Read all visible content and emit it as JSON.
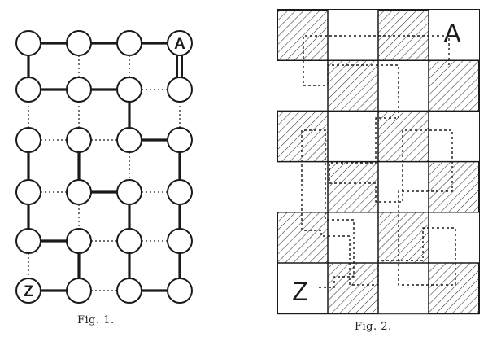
{
  "figure1": {
    "caption": "Fig. 1.",
    "node_labels": {
      "start": "A",
      "end": "Z"
    },
    "rows": 6,
    "cols": 4
  },
  "figure2": {
    "caption": "Fig. 2.",
    "corner_labels": {
      "start": "A",
      "end": "Z"
    },
    "rows": 6,
    "cols": 4
  },
  "colors": {
    "ink": "#1a1a1a",
    "paper": "#ffffff"
  }
}
